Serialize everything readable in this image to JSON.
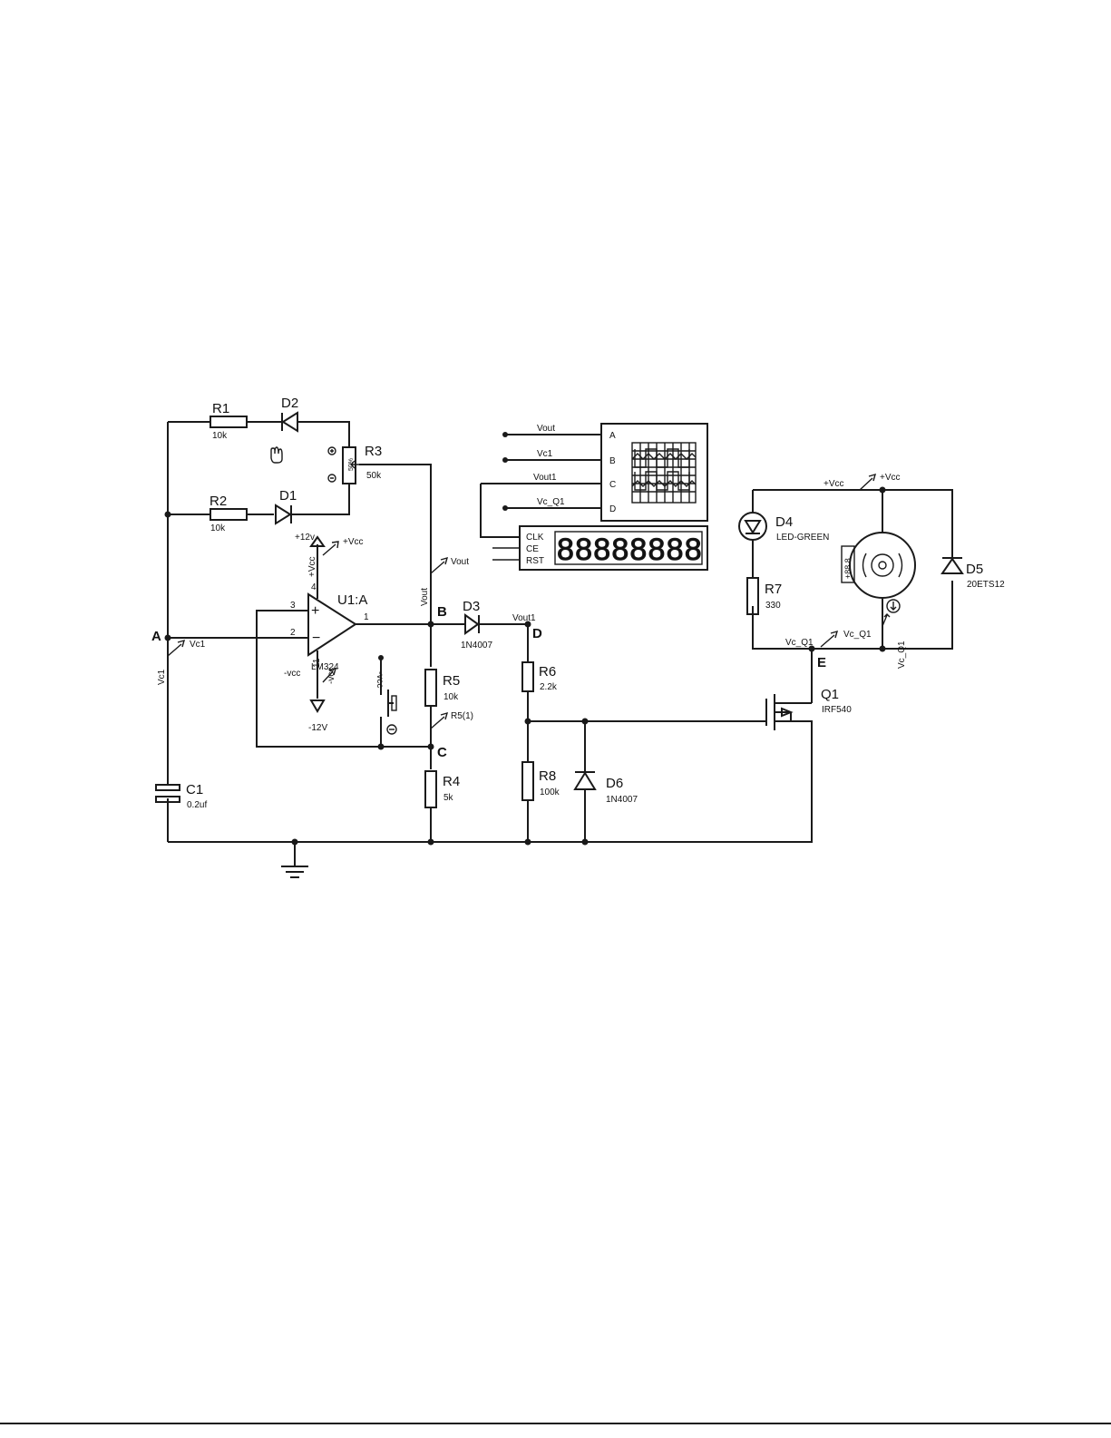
{
  "components": {
    "r1": {
      "ref": "R1",
      "value": "10k"
    },
    "r2": {
      "ref": "R2",
      "value": "10k"
    },
    "r3": {
      "ref": "R3",
      "value": "50k",
      "setting": "50%"
    },
    "r4": {
      "ref": "R4",
      "value": "5k"
    },
    "r5": {
      "ref": "R5",
      "value": "10k"
    },
    "r6": {
      "ref": "R6",
      "value": "2.2k"
    },
    "r7": {
      "ref": "R7",
      "value": "330"
    },
    "r8": {
      "ref": "R8",
      "value": "100k"
    },
    "d1": {
      "ref": "D1"
    },
    "d2": {
      "ref": "D2"
    },
    "d3": {
      "ref": "D3",
      "value": "1N4007"
    },
    "d4": {
      "ref": "D4",
      "value": "LED-GREEN"
    },
    "d5": {
      "ref": "D5",
      "value": "20ETS12"
    },
    "d6": {
      "ref": "D6",
      "value": "1N4007"
    },
    "c1": {
      "ref": "C1",
      "value": "0.2uf"
    },
    "u1": {
      "ref": "U1:A",
      "value": "LM324",
      "pin_plus": "3",
      "pin_minus": "2",
      "pin_out": "1",
      "pin_vpos": "4",
      "pin_vneg": "11",
      "sign_plus": "+",
      "sign_minus": "−"
    },
    "q1": {
      "ref": "Q1",
      "value": "IRF540"
    },
    "motor": {
      "readout": "+88.8"
    }
  },
  "nodes": {
    "a": "A",
    "b": "B",
    "c": "C",
    "d": "D",
    "e": "E"
  },
  "probes": {
    "vc1": "Vc1",
    "vout": "Vout",
    "vout1": "Vout1",
    "vc_q1": "Vc_Q1",
    "vcc": "+Vcc",
    "r5_1": "R5(1)",
    "plus12": "+12v",
    "minus12": "-12V",
    "neg_vcc": "-vcc",
    "pos_vcc": "+Vcc"
  },
  "scope": {
    "inputs": [
      {
        "pin": "A",
        "signal": "Vout"
      },
      {
        "pin": "B",
        "signal": "Vc1"
      },
      {
        "pin": "C",
        "signal": "Vout1"
      },
      {
        "pin": "D",
        "signal": "Vc_Q1"
      }
    ]
  },
  "counter": {
    "pins": [
      "CLK",
      "CE",
      "RST"
    ],
    "display": "88888888"
  }
}
